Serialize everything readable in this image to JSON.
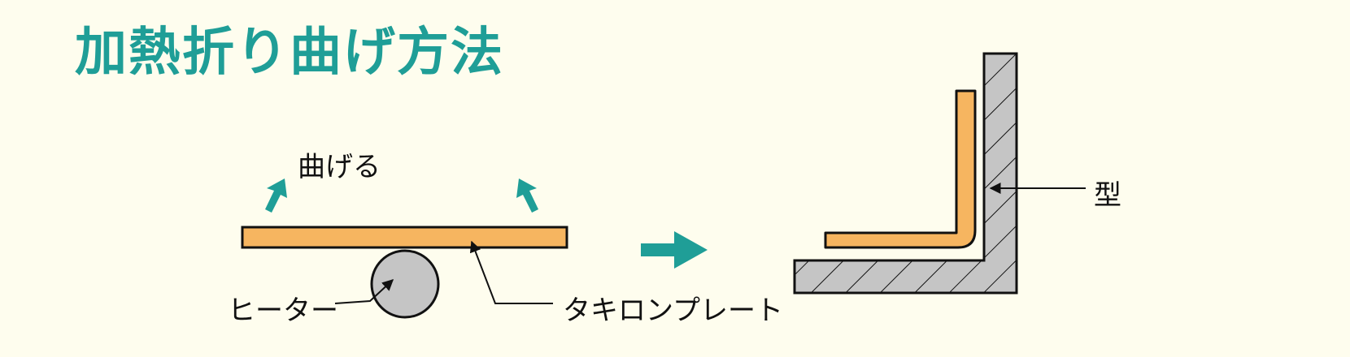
{
  "title": "加熱折り曲げ方法",
  "labels": {
    "bend": "曲げる",
    "heater": "ヒーター",
    "plate": "タキロンプレート",
    "mold": "型"
  },
  "colors": {
    "title": "#1f9e97",
    "accent": "#1f9e97",
    "plate": "#f6b560",
    "heater": "#c5c5c5",
    "mold": "#c5c5c5",
    "background": "#fefdee",
    "line": "#111111"
  },
  "icons": {
    "bend_arrows": "bend-arrow-icon",
    "process_arrow": "right-arrow-icon"
  }
}
